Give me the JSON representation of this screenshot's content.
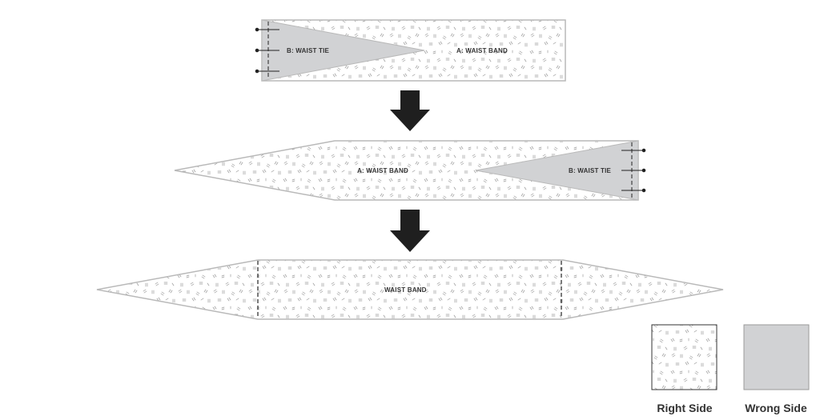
{
  "colors": {
    "right_side_fill": "#ffffff",
    "wrong_side_fill": "#d1d2d4",
    "outline": "#b9b9b9",
    "arrow": "#1f1f1f",
    "stitch_line": "#222222",
    "fabric_speckle": "#8c8c8c"
  },
  "steps": [
    {
      "band_label": "A: WAIST BAND",
      "tie_label": "B: WAIST TIE"
    },
    {
      "band_label": "A: WAIST BAND",
      "tie_label": "B: WAIST TIE"
    },
    {
      "band_label": "WAIST BAND"
    }
  ],
  "legend": {
    "right_side": {
      "label": "Right Side",
      "pattern": "speckled-fabric"
    },
    "wrong_side": {
      "label": "Wrong Side",
      "pattern": "solid-gray"
    }
  }
}
